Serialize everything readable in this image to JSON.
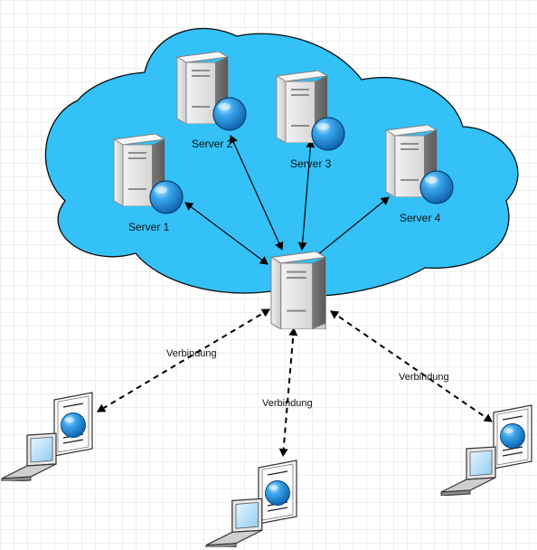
{
  "servers": [
    {
      "label": "Server 1"
    },
    {
      "label": "Server 2"
    },
    {
      "label": "Server 3"
    },
    {
      "label": "Server 4"
    }
  ],
  "connections": [
    {
      "label": "Verbindung"
    },
    {
      "label": "Verbindung"
    },
    {
      "label": "Verbindung"
    }
  ],
  "colors": {
    "cloud_fill": "#33c1f7",
    "cloud_stroke": "#0a0a0a",
    "globe": "#1c8ed8",
    "server_light": "#e2e2e2",
    "server_dark": "#6f6f6f",
    "screen": "#bfe4f7"
  },
  "icons": {
    "server": "server-icon",
    "globe": "globe-icon",
    "laptop": "laptop-icon",
    "web_page": "web-page-icon"
  }
}
